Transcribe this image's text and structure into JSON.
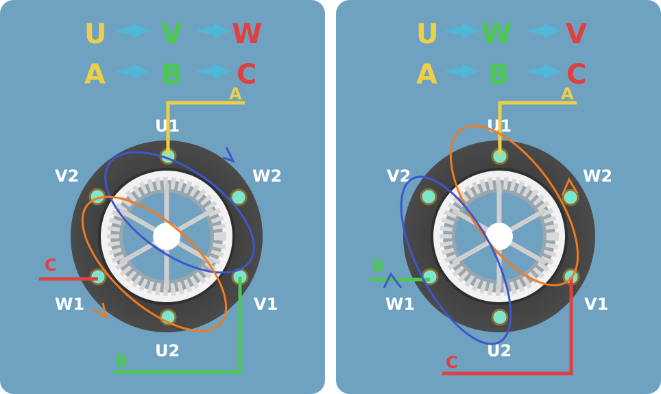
{
  "colors": {
    "background": "#6fa1c0",
    "yellow": "#f0cf48",
    "green": "#4cc94c",
    "red": "#e0403f",
    "arrow": "#4fb8d6",
    "blue_loop": "#3e56cc",
    "orange_loop": "#f07a1e",
    "terminal": "#7de6cf"
  },
  "panels": [
    {
      "phase_sequence": {
        "first": "U",
        "second": "V",
        "third": "W"
      },
      "line_sequence": {
        "first": "A",
        "second": "B",
        "third": "C"
      },
      "terminals": {
        "top": "U1",
        "upper_right": "W2",
        "lower_right": "V1",
        "bottom": "U2",
        "lower_left": "W1",
        "upper_left": "V2"
      },
      "wires": {
        "top": "A",
        "right": "B",
        "left": "C"
      }
    },
    {
      "phase_sequence": {
        "first": "U",
        "second": "W",
        "third": "V"
      },
      "line_sequence": {
        "first": "A",
        "second": "B",
        "third": "C"
      },
      "terminals": {
        "top": "U1",
        "upper_right": "W2",
        "lower_right": "V1",
        "bottom": "U2",
        "lower_left": "W1",
        "upper_left": "V2"
      },
      "wires": {
        "top": "A",
        "left": "B",
        "right": "C"
      }
    }
  ]
}
